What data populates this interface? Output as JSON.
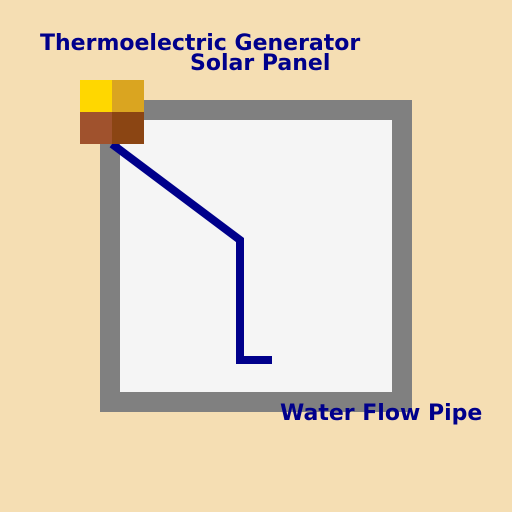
{
  "labels": {
    "generator": "Thermoelectric Generator",
    "panel": "Solar Panel",
    "pipe": "Water Flow Pipe"
  },
  "colors": {
    "background": "#F5DEB3",
    "frame": "#808080",
    "frame_inner": "#F5F5F5",
    "pipe": "#00008B",
    "text": "#00008B",
    "tile_top_left": "#FFD700",
    "tile_top_right": "#DAA520",
    "tile_bottom_left": "#A0522D",
    "tile_bottom_right": "#8B4513"
  }
}
